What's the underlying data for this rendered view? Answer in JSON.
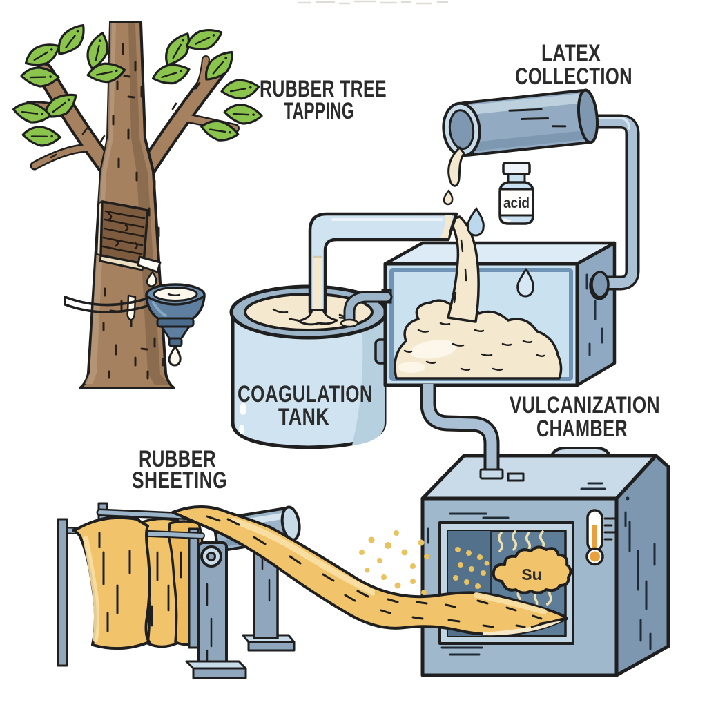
{
  "illustration": {
    "labels": {
      "tapping1": "RUBBER TREE",
      "tapping2": "TAPPING",
      "collection1": "LATEX",
      "collection2": "COLLECTION",
      "coagulation1": "COAGULATION",
      "coagulation2": "TANK",
      "vulcanization1": "VULCANIZATION",
      "vulcanization2": "CHAMBER",
      "sheeting1": "RUBBER",
      "sheeting2": "SHEETING",
      "acid": "acid",
      "sulfur": "Su"
    },
    "colors": {
      "outline": "#1f1f1f",
      "text": "#2b2b2b",
      "leaf_green": "#8bc44d",
      "trunk_brown": "#a5815f",
      "trunk_shade": "#8c6c4e",
      "bark_band": "#7c5b3f",
      "latex_cream": "#f4e9ce",
      "metal_blue": "#9cb5c9",
      "metal_light": "#c8dbe8",
      "metal_dark": "#7e98b1",
      "interior_blue": "#cae1f0",
      "chamber_interior": "#5e7d99",
      "rubber_gold": "#f1c36a",
      "thermometer_orange": "#e8a13d",
      "drop_blue": "#bcd8ec"
    }
  }
}
